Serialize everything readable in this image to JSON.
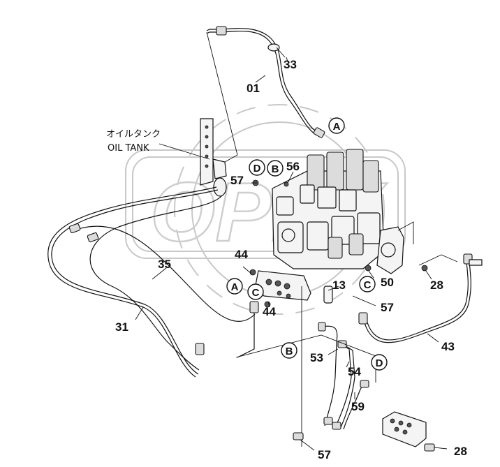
{
  "diagram": {
    "tank_label_jp": "オイルタンク",
    "tank_label_en": "OIL TANK",
    "watermark": "OPEX",
    "part_labels": {
      "p33": "33",
      "p01": "01",
      "p56": "56",
      "p57_top": "57",
      "p35": "35",
      "p44_top": "44",
      "p44_bot": "44",
      "p31": "31",
      "p13": "13",
      "p50": "50",
      "p28_right": "28",
      "p57_mid": "57",
      "p43": "43",
      "p53": "53",
      "p54": "54",
      "p59": "59",
      "p57_bot": "57",
      "p28_bot": "28"
    },
    "connector_labels": {
      "a_top": "A",
      "d_top": "D",
      "b_top": "B",
      "a_left": "A",
      "c_left": "C",
      "c_right": "C",
      "b_bot": "B",
      "d_bot": "D"
    }
  }
}
